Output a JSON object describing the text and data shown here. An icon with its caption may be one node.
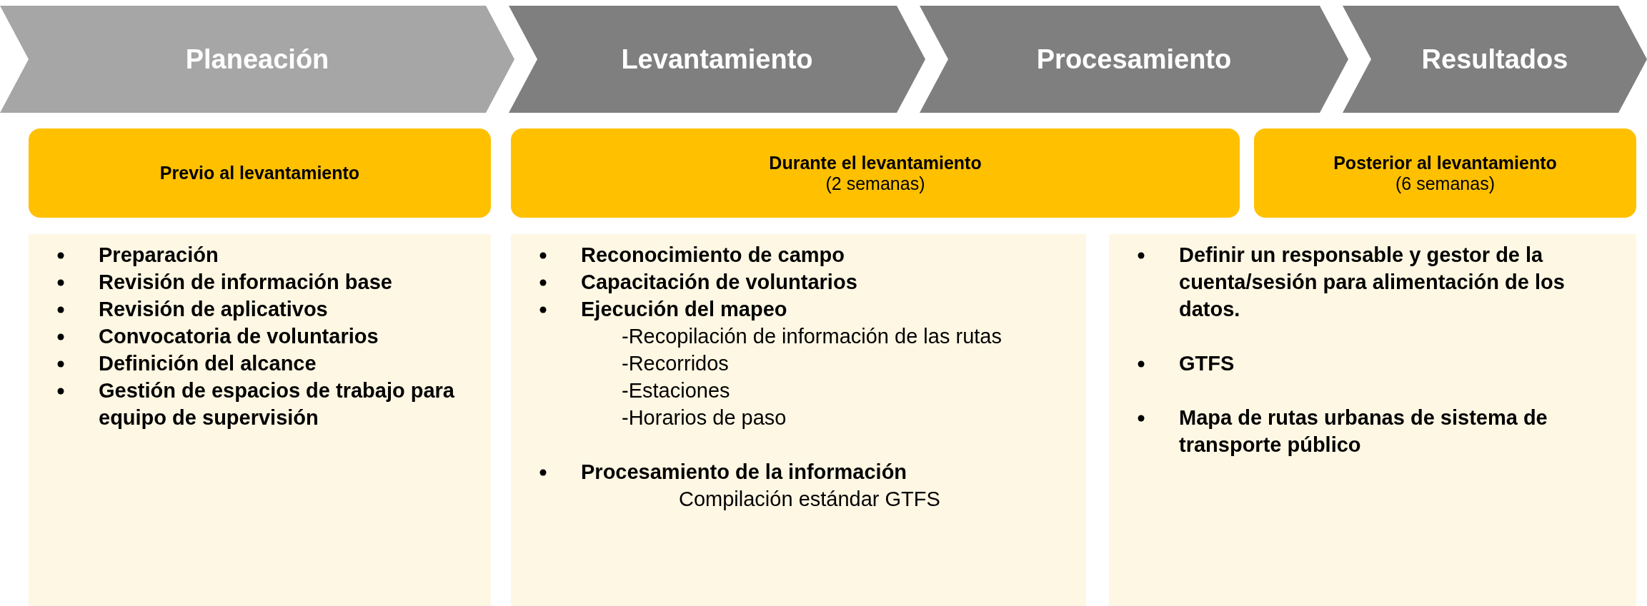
{
  "diagram": {
    "nodes": [
      {
        "text": [
          "Planeación"
        ]
      },
      {
        "text": [
          "Levantamiento"
        ]
      },
      {
        "text": [
          "Procesamiento"
        ]
      },
      {
        "text": [
          "Resultados"
        ]
      },
      {
        "text": [
          "Previo al levantamiento"
        ]
      },
      {
        "text": [
          "Durante el levantamiento",
          "(2 semanas)"
        ]
      },
      {
        "text": [
          "Posterior al levantamiento",
          "(6 semanas)"
        ]
      },
      {
        "text": [
          "Preparación",
          "Revisión de información base",
          "Revisión de aplicativos",
          "Convocatoria de voluntarios",
          "Definición del alcance",
          "Gestión de espacios de trabajo para equipo de supervisión"
        ]
      },
      {
        "text": [
          "Reconocimiento de campo",
          "Capacitación de voluntarios",
          "Ejecución del mapeo",
          "-Recopilación de información de las rutas",
          "-Recorridos",
          "-Estaciones",
          "-Horarios de paso",
          "Procesamiento de la información",
          "Compilación estándar GTFS"
        ]
      },
      {
        "text": [
          "Definir un responsable y gestor de la cuenta/sesión para alimentación de los datos.",
          "GTFS",
          "Mapa de rutas urbanas de sistema de transporte público"
        ]
      }
    ],
    "edges": []
  }
}
